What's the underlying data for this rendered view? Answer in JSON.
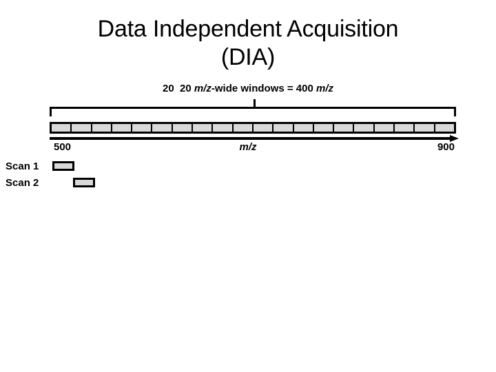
{
  "slide": {
    "title_lines": [
      "Data Independent Acquisition",
      "(DIA)"
    ]
  },
  "caption": {
    "prefix": "20  20 ",
    "mz_italic_1": "m/z",
    "middle": "-wide windows = 400 ",
    "mz_italic_2": "m/z",
    "full_text": "20  20 m/z-wide windows = 400 m/z"
  },
  "axis": {
    "start_label": "500",
    "center_label": "m/z",
    "end_label": "900",
    "window_count": 20,
    "window_width_mz": 20,
    "total_range_mz": 400
  },
  "legend": {
    "rows": [
      {
        "label": "Scan 1"
      },
      {
        "label": "Scan 2"
      }
    ]
  },
  "colors": {
    "window_fill": "#d9d9d9",
    "stroke": "#000000",
    "background": "#ffffff"
  },
  "chart_data": {
    "type": "bar",
    "title": "Data Independent Acquisition (DIA)",
    "subtitle": "20  20 m/z-wide windows = 400 m/z",
    "xlabel": "m/z",
    "ylabel": "",
    "xlim": [
      500,
      900
    ],
    "grid": false,
    "legend_position": "bottom-left",
    "categories": [
      "500-520",
      "520-540",
      "540-560",
      "560-580",
      "580-600",
      "600-620",
      "620-640",
      "640-660",
      "660-680",
      "680-700",
      "700-720",
      "720-740",
      "740-760",
      "760-780",
      "780-800",
      "800-820",
      "820-840",
      "840-860",
      "860-880",
      "880-900"
    ],
    "values": [
      20,
      20,
      20,
      20,
      20,
      20,
      20,
      20,
      20,
      20,
      20,
      20,
      20,
      20,
      20,
      20,
      20,
      20,
      20,
      20
    ],
    "annotations": [
      "20  20 m/z-wide windows = 400 m/z",
      "500",
      "m/z",
      "900",
      "Scan 1",
      "Scan 2"
    ]
  }
}
